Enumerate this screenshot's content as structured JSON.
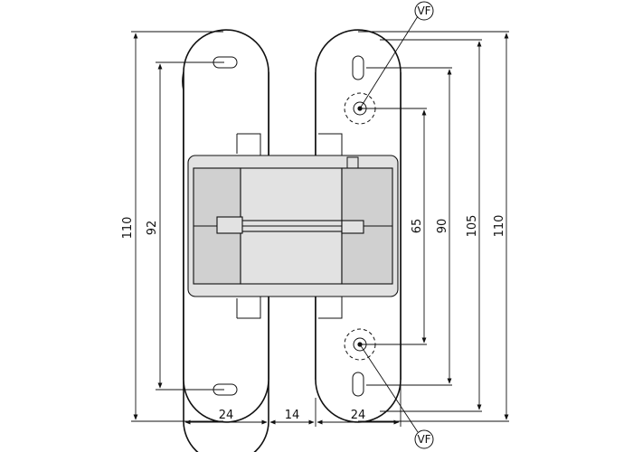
{
  "dimensions": {
    "overall_height_left": "110",
    "slot_spacing_left": "92",
    "hole_spacing": "65",
    "height_90": "90",
    "height_105": "105",
    "overall_height_right": "110",
    "width_left_leaf": "24",
    "gap_width": "14",
    "width_right_leaf": "24"
  },
  "callouts": {
    "top_marker": "VF",
    "bottom_marker": "VF"
  }
}
